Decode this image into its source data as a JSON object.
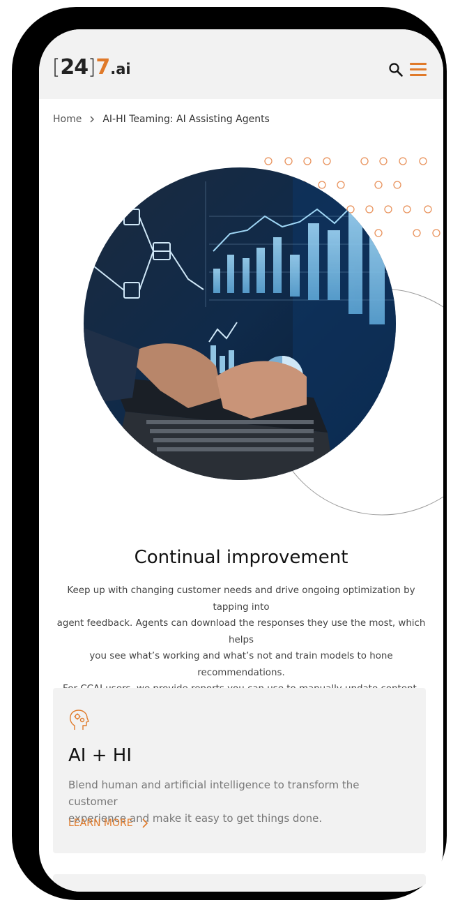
{
  "colors": {
    "accent": "#e07a2a",
    "header_bg": "#f2f2f2",
    "card_bg": "#f2f2f2",
    "frame": "#000000"
  },
  "header": {
    "logo": {
      "bracket_open": "[",
      "digits": "24",
      "bracket_close": "]",
      "seven": "7",
      "suffix": ".ai"
    },
    "search_icon": "search-icon",
    "menu_icon": "hamburger-menu-icon"
  },
  "breadcrumb": {
    "home": "Home",
    "separator_icon": "chevron-right-icon",
    "current": "AI-HI Teaming: AI Assisting Agents"
  },
  "hero": {
    "image": "hands-typing-laptop-analytics-photo"
  },
  "section": {
    "title": "Continual improvement",
    "body_lines": [
      "Keep up with changing customer needs and drive ongoing optimization by tapping into",
      "agent feedback. Agents can download the responses they use the most, which helps",
      "you see what’s working and what’s not and train models to hone recommendations.",
      "For CCAI users, we provide reports you can use to manually update content."
    ]
  },
  "card": {
    "icon": "head-gears-icon",
    "title": "AI + HI",
    "desc_lines": [
      "Blend human and artificial intelligence to transform the customer",
      "experience and make it easy to get things done."
    ],
    "link": "LEARN MORE",
    "link_icon": "chevron-right-icon"
  }
}
